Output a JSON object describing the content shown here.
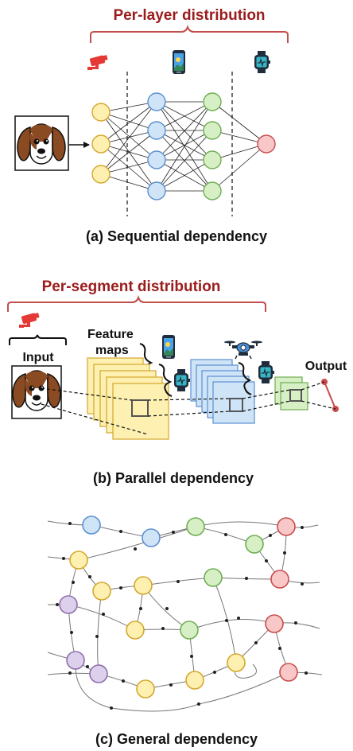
{
  "panel_a": {
    "title": "Per-layer distribution",
    "caption": "(a) Sequential dependency"
  },
  "panel_b": {
    "title": "Per-segment distribution",
    "input_label": "Input",
    "feature_label_line1": "Feature",
    "feature_label_line2": "maps",
    "output_label": "Output",
    "caption": "(b) Parallel dependency"
  },
  "panel_c": {
    "caption": "(c) General dependency"
  },
  "icons": [
    "security-camera-icon",
    "smartphone-icon",
    "smartwatch-icon",
    "drone-icon",
    "dog-face-image"
  ],
  "colors": {
    "title_red": "#9b1c1c",
    "bracket_red": "#c0504d",
    "yellow_fill": "#fdf0b0",
    "yellow_stroke": "#d4a72c",
    "blue_fill": "#cfe4f7",
    "blue_stroke": "#5b8fd0",
    "green_fill": "#d6efc4",
    "green_stroke": "#6fae54",
    "red_fill": "#f8c7c7",
    "red_stroke": "#c94c4c",
    "purple_fill": "#dcd0ea",
    "purple_stroke": "#8d6fb0"
  }
}
